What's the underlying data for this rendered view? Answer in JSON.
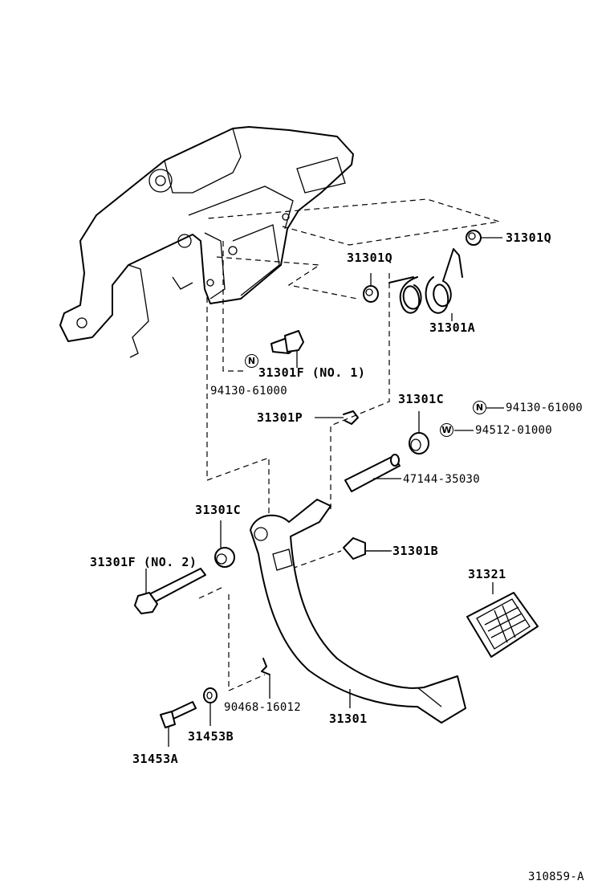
{
  "labels": {
    "p31301Q_right": "31301Q",
    "p31301Q_left": "31301Q",
    "p31301A": "31301A",
    "p31301F_no1": "31301F (NO. 1)",
    "p94130_a": "94130-61000",
    "p31301C_upper": "31301C",
    "p94130_b": "94130-61000",
    "p94512": "94512-01000",
    "p31301P": "31301P",
    "p47144": "47144-35030",
    "p31301C_lower": "31301C",
    "p31301F_no2": "31301F (NO. 2)",
    "p31301B": "31301B",
    "p31321": "31321",
    "p90468": "90468-16012",
    "p31301": "31301",
    "p31453B": "31453B",
    "p31453A": "31453A",
    "figure_id": "310859-A"
  },
  "markers": {
    "n_symbol": "N",
    "w_symbol": "W"
  }
}
